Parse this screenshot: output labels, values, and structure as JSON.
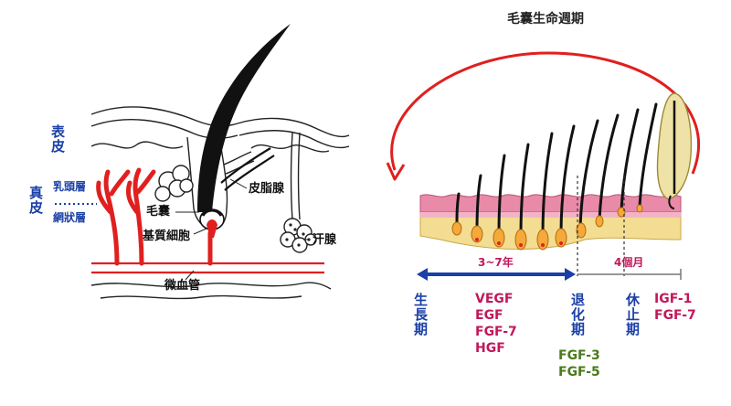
{
  "anatomy": {
    "layers": {
      "epidermis_1": "表",
      "epidermis_2": "皮",
      "dermis_1": "真",
      "dermis_2": "皮",
      "papillary": "乳頭層",
      "reticular": "網狀層"
    },
    "structures": {
      "hair_follicle": "毛囊",
      "matrix_cells": "基質細胞",
      "sebaceous_gland": "皮脂腺",
      "sweat_gland": "汗腺",
      "capillaries": "微血管"
    }
  },
  "cycle": {
    "title": "毛囊生命週期",
    "durations": {
      "anagen": "3~7年",
      "telogen": "4個月"
    },
    "phases": {
      "anagen": "生長期",
      "catagen": "退化期",
      "telogen": "休止期"
    },
    "factors": {
      "anagen": [
        "VEGF",
        "EGF",
        "FGF-7",
        "HGF"
      ],
      "catagen": [
        "FGF-3",
        "FGF-5"
      ],
      "telogen": [
        "IGF-1",
        "FGF-7"
      ]
    }
  },
  "colors": {
    "label_blue": "#1a3fa6",
    "factor_magenta": "#c0185a",
    "factor_green": "#4a7a1a",
    "vessel_red": "#e0201f",
    "skin_pink": "#e98aa8",
    "skin_yellow": "#f3dd92"
  }
}
